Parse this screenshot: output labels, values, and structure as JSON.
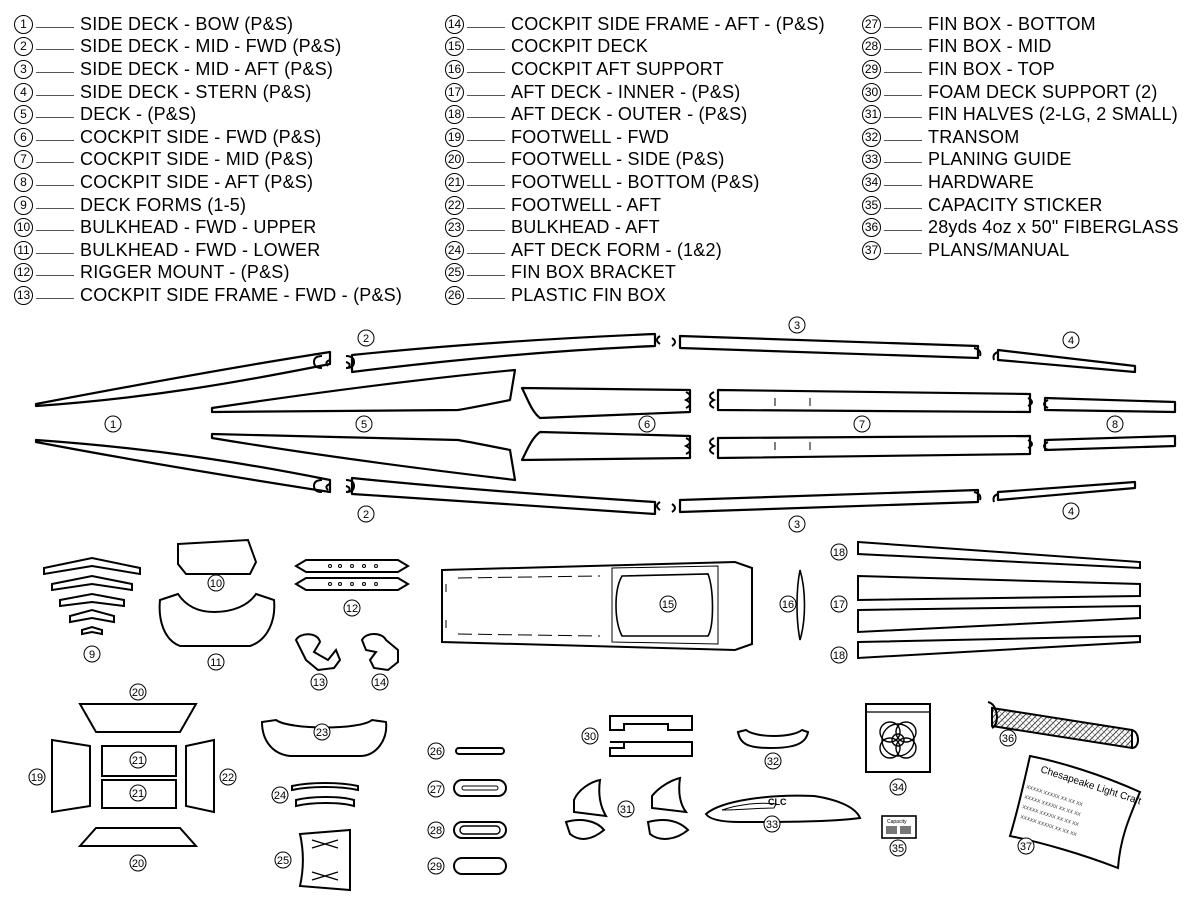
{
  "parts_list": {
    "columns": [
      [
        {
          "num": "1",
          "name": "SIDE DECK - BOW (P&S)"
        },
        {
          "num": "2",
          "name": "SIDE DECK - MID - FWD (P&S)"
        },
        {
          "num": "3",
          "name": "SIDE DECK - MID - AFT (P&S)"
        },
        {
          "num": "4",
          "name": "SIDE DECK - STERN (P&S)"
        },
        {
          "num": "5",
          "name": "DECK - (P&S)"
        },
        {
          "num": "6",
          "name": "COCKPIT SIDE - FWD (P&S)"
        },
        {
          "num": "7",
          "name": "COCKPIT SIDE - MID (P&S)"
        },
        {
          "num": "8",
          "name": "COCKPIT SIDE - AFT (P&S)"
        },
        {
          "num": "9",
          "name": "DECK FORMS (1-5)"
        },
        {
          "num": "10",
          "name": "BULKHEAD - FWD - UPPER"
        },
        {
          "num": "11",
          "name": "BULKHEAD - FWD - LOWER"
        },
        {
          "num": "12",
          "name": "RIGGER MOUNT - (P&S)"
        },
        {
          "num": "13",
          "name": "COCKPIT SIDE FRAME - FWD - (P&S)"
        }
      ],
      [
        {
          "num": "14",
          "name": "COCKPIT SIDE FRAME - AFT - (P&S)"
        },
        {
          "num": "15",
          "name": "COCKPIT DECK"
        },
        {
          "num": "16",
          "name": "COCKPIT AFT SUPPORT"
        },
        {
          "num": "17",
          "name": "AFT DECK - INNER - (P&S)"
        },
        {
          "num": "18",
          "name": "AFT DECK - OUTER - (P&S)"
        },
        {
          "num": "19",
          "name": "FOOTWELL - FWD"
        },
        {
          "num": "20",
          "name": "FOOTWELL - SIDE (P&S)"
        },
        {
          "num": "21",
          "name": "FOOTWELL - BOTTOM (P&S)"
        },
        {
          "num": "22",
          "name": "FOOTWELL - AFT"
        },
        {
          "num": "23",
          "name": "BULKHEAD - AFT"
        },
        {
          "num": "24",
          "name": "AFT DECK FORM - (1&2)"
        },
        {
          "num": "25",
          "name": "FIN BOX BRACKET"
        },
        {
          "num": "26",
          "name": "PLASTIC FIN BOX"
        }
      ],
      [
        {
          "num": "27",
          "name": "FIN BOX - BOTTOM"
        },
        {
          "num": "28",
          "name": "FIN BOX - MID"
        },
        {
          "num": "29",
          "name": "FIN BOX - TOP"
        },
        {
          "num": "30",
          "name": "FOAM DECK SUPPORT (2)"
        },
        {
          "num": "31",
          "name": "FIN HALVES (2-LG, 2 SMALL)"
        },
        {
          "num": "32",
          "name": "TRANSOM"
        },
        {
          "num": "33",
          "name": "PLANING GUIDE"
        },
        {
          "num": "34",
          "name": "HARDWARE"
        },
        {
          "num": "35",
          "name": "CAPACITY STICKER"
        },
        {
          "num": "36",
          "name": "28yds 4oz x 50\" FIBERGLASS"
        },
        {
          "num": "37",
          "name": "PLANS/MANUAL"
        }
      ]
    ]
  },
  "diagram_labels": {
    "p1": "1",
    "p2": "2",
    "p3": "3",
    "p4": "4",
    "p5": "5",
    "p6": "6",
    "p7": "7",
    "p8": "8",
    "p9": "9",
    "p10": "10",
    "p11": "11",
    "p12": "12",
    "p13": "13",
    "p14": "14",
    "p15": "15",
    "p16": "16",
    "p17": "17",
    "p18": "18",
    "p19": "19",
    "p20": "20",
    "p21": "21",
    "p22": "22",
    "p23": "23",
    "p24": "24",
    "p25": "25",
    "p26": "26",
    "p27": "27",
    "p28": "28",
    "p29": "29",
    "p30": "30",
    "p31": "31",
    "p32": "32",
    "p33": "33",
    "p34": "34",
    "p35": "35",
    "p36": "36",
    "p37": "37"
  },
  "artwork_text": {
    "planing_guide_mark": "CLC",
    "capacity_sticker_title": "Capacity",
    "manual_title": "Chesapeake Light Craft",
    "manual_filler": "XXXXX XXXXX XX XX XX"
  }
}
